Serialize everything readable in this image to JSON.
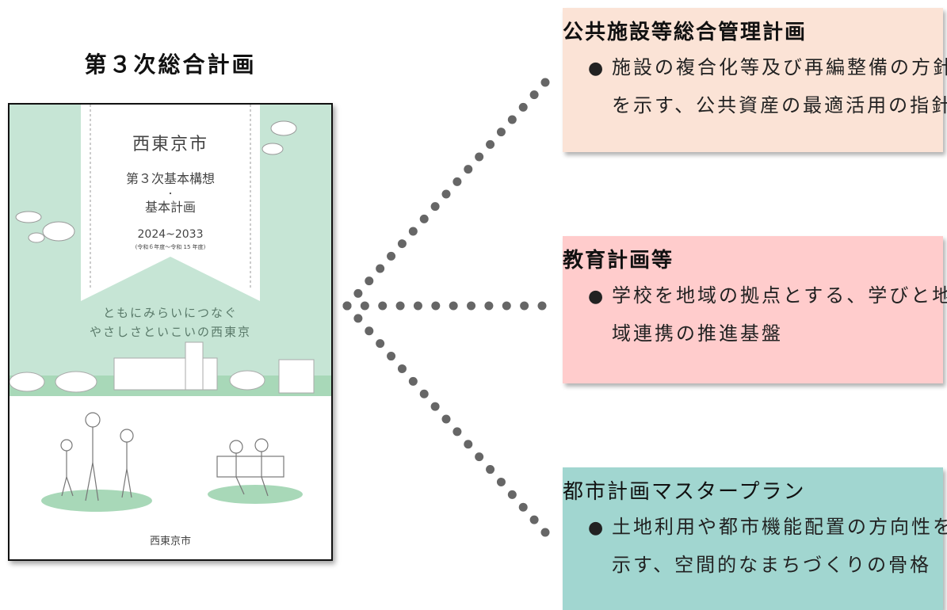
{
  "heading": "第３次総合計画",
  "cover": {
    "city": "西東京市",
    "plan_line1": "第３次基本構想",
    "separator": "・",
    "plan_line2": "基本計画",
    "years": "2024~2033",
    "years_jp": "(令和６年度～令和 15 年度)",
    "slogan_line1": "ともにみらいにつなぐ",
    "slogan_line2": "やさしさといこいの西東京",
    "publisher": "西東京市"
  },
  "related_plans": [
    {
      "title": "公共施設等総合管理計画",
      "bullet": "●",
      "description": "施設の複合化等及び再編整備の方針を示す、公共資産の最適活用の指針"
    },
    {
      "title": "教育計画等",
      "bullet": "●",
      "description": "学校を地域の拠点とする、学びと地域連携の推進基盤"
    },
    {
      "title": "都市計画マスタープラン",
      "bullet": "●",
      "description": "土地利用や都市機能配置の方向性を示す、空間的なまちづくりの骨格"
    }
  ],
  "colors": {
    "cover_green": "#c6e5d5",
    "box1": "#fbe3d6",
    "box2": "#ffcccc",
    "box3": "#a1d6d0",
    "connector": "#666666"
  }
}
